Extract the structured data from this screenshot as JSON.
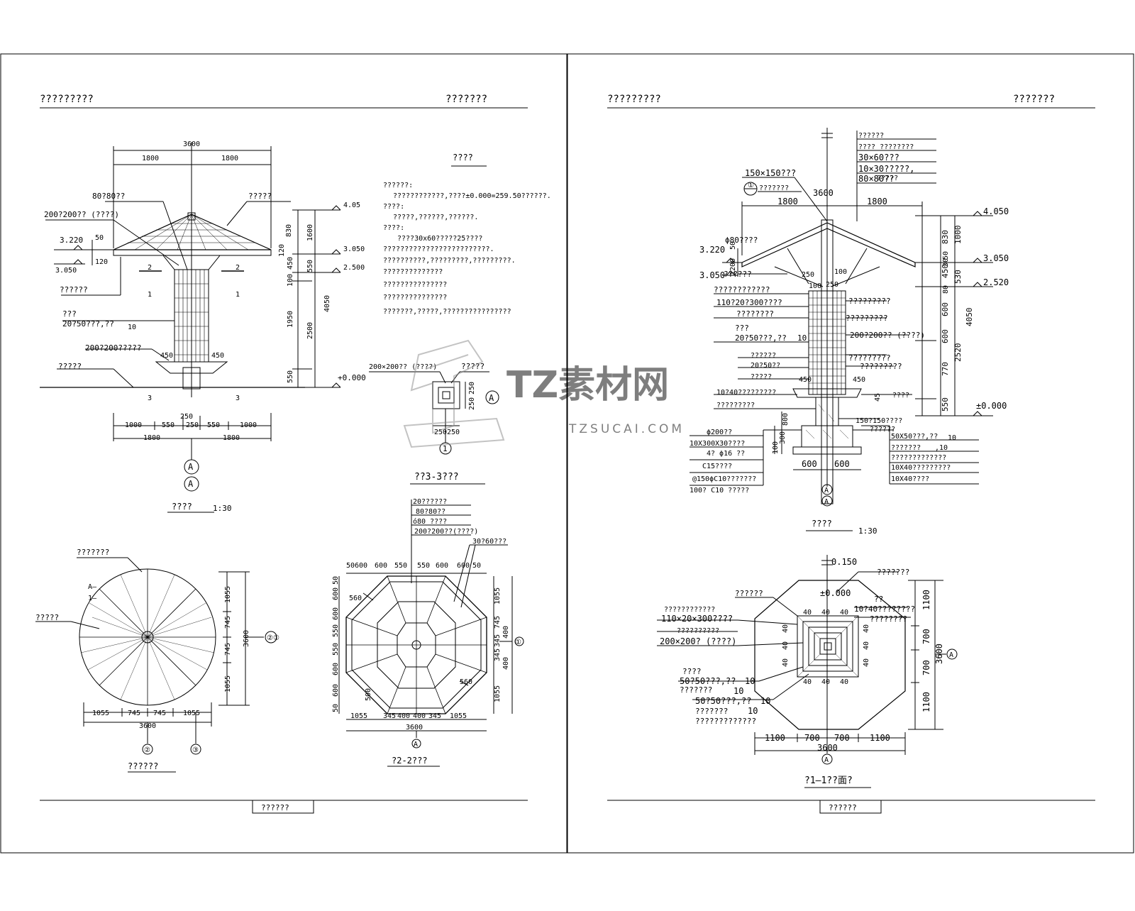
{
  "header": {
    "left_title": "?????????",
    "right_title": "???????",
    "left_title_2": "?????????",
    "right_title_2": "???????"
  },
  "footer": {
    "box_left": "??????",
    "box_right": "??????"
  },
  "watermark": {
    "brand": "TZ素材网",
    "domain": "TZSUCAI.COM"
  },
  "elevation_left": {
    "top_dim": "3600",
    "half_left": "1800",
    "half_right": "1800",
    "callout_rod": "80?80??",
    "callout_roof": "?????",
    "callout_beam": "200?200?? (????)",
    "elev_3220": "3.220",
    "elev_3050": "3.050",
    "dim_50": "50",
    "dim_120": "120",
    "callout_eave": "??????",
    "callout_col_a": "???",
    "callout_col_b": "20?50???,??",
    "callout_col_c": "10",
    "callout_base": "200?200?????",
    "dim_450a": "450",
    "dim_450b": "450",
    "callout_ground": "?????",
    "mark_2l": "2",
    "mark_1l": "1",
    "mark_2r": "2",
    "mark_1r": "1",
    "mark_3l": "3",
    "mark_3r": "3",
    "vdims": [
      "830",
      "1600",
      "120",
      "450",
      "550",
      "100",
      "1950",
      "2500",
      "4050",
      "550"
    ],
    "elev_405": "4.05",
    "elev_3050b": "3.050",
    "elev_2500": "2.500",
    "elev_0": "+0.000",
    "bottom_dims": [
      "1000",
      "550",
      "250",
      "550",
      "1000"
    ],
    "bottom_dim_250": "250",
    "bottom_half_left": "1800",
    "bottom_half_right": "1800",
    "axis_a1": "A",
    "axis_a2": "A",
    "title": "????",
    "scale": "1:30"
  },
  "notes": {
    "heading": "????",
    "lines": [
      "??????:",
      "????????????,????±0.000=259.50??????.",
      "????:",
      "?????,??????,??????.",
      "????:",
      "????30x60?????25????",
      "?????????????????????????.",
      "??????????,?????????,?????????.",
      "??????????????",
      "???????????????",
      "???????????????",
      "???????,?????,????????????????"
    ]
  },
  "detail_3_3": {
    "callout": "200×200?? (????)",
    "callout2": "?????",
    "dim_v1": "250",
    "dim_v2": "250",
    "dim_h1": "250",
    "dim_h2": "250",
    "axis": "A",
    "mark": "1",
    "title": "??3-3???"
  },
  "roof_plan": {
    "callout_top": "???????",
    "callout_left": "?????",
    "section_label": "A—",
    "section_label2": "1—",
    "vdims": [
      "1055",
      "745",
      "745",
      "1055"
    ],
    "vdim_total": "3600",
    "hdims": [
      "1055",
      "745",
      "745",
      "1055"
    ],
    "hdim_total": "3600",
    "axis_right": "②①",
    "axis_b1": "②",
    "axis_b2": "③",
    "title": "??????"
  },
  "section_2_2": {
    "callouts": [
      "20??????",
      "80?80??",
      "ó80 ????",
      "200?200??(????)",
      "30?60???"
    ],
    "top_dims": [
      "50",
      "600",
      "600",
      "550",
      "550",
      "600",
      "600",
      "50"
    ],
    "dim_560a": "560",
    "dim_560b": "560",
    "dim_500": "500",
    "left_vdims": [
      "50",
      "600",
      "600",
      "550",
      "550",
      "600",
      "600",
      "50"
    ],
    "right_vdims": [
      "1055",
      "745",
      "400",
      "345",
      "345",
      "400",
      "1055"
    ],
    "bottom_dims": [
      "1055",
      "345",
      "400",
      "400",
      "345",
      "1055"
    ],
    "bottom_total": "3600",
    "axis_right": "①",
    "axis_bottom": "A",
    "title": "?2-2???"
  },
  "elevation_right": {
    "callouts_top": [
      "??????",
      "???? ????????",
      "30×60???",
      "10×30?????,",
      "?????",
      "80×80??"
    ],
    "callout_150": "150×150???",
    "callout_mark": "①",
    "callout_sub": "???????",
    "top_dim": "3600",
    "half_left": "1800",
    "half_right": "1800",
    "phi80": "ϕ80????",
    "elev_3220": "3.220",
    "elev_3050": "3.050",
    "dim_1200": "1200",
    "dim_50": "50",
    "eave": "??????",
    "dim_250": "250",
    "dim_100": "100",
    "dim_100b": "100",
    "dim_250b": "250",
    "left_callouts": [
      "????????????",
      "110?20?300????",
      "????????",
      "???",
      "20?50???,??",
      "??????",
      "20?50??",
      "?????",
      "10?40?????????",
      "?????????"
    ],
    "left_callout_10": "10",
    "right_callouts": [
      "?????????",
      "?????????",
      "200?200?? (????)",
      "?????????",
      "?????????",
      "????",
      "150?150????",
      "??????"
    ],
    "dim_450a": "450",
    "dim_450b": "450",
    "dim_45": "45",
    "right_vdims": [
      "830",
      "1000",
      "50",
      "450",
      "30",
      "530",
      "80",
      "600",
      "600",
      "4050",
      "2520",
      "770",
      "550"
    ],
    "elev_4050": "4.050",
    "elev_3050b": "3.050",
    "elev_2520": "2.520",
    "elev_0": "±0.000",
    "found_callouts": [
      "ϕ200??",
      "10X300X30????",
      "4? ϕ16 ??",
      "C15????",
      "@150ϕC10???????",
      "100? C10 ?????"
    ],
    "found_right": [
      "50X50???,??",
      "???????",
      "?????????????",
      "10X40?????????",
      "10X40????"
    ],
    "found_10a": "10",
    "found_10b": ",10",
    "found_dims_v": [
      "800",
      "300",
      "100"
    ],
    "found_dims_h": [
      "600",
      "600"
    ],
    "axis_a1": "A",
    "axis_a2": "A",
    "title": "????",
    "scale": "1:30"
  },
  "plan_1_1": {
    "elev_0150": "0.150",
    "elev_0": "±0.000",
    "callout_top": "???????",
    "callout_left": "??????",
    "callouts_left": [
      "????????????",
      "110×20×300????",
      "??????????",
      "200×200? (????)"
    ],
    "callouts_left2": [
      "????",
      "50?50???,??",
      "???????",
      "50?50???,??",
      "???????",
      "?????????????"
    ],
    "callouts_left2_nums": [
      "10",
      "10",
      "10",
      "10"
    ],
    "callouts_right": [
      "??",
      "10?40????????",
      "????????"
    ],
    "vdims": [
      "1100",
      "700",
      "700",
      "1100"
    ],
    "vdim_total": "3600",
    "hdims": [
      "1100",
      "700",
      "700",
      "1100"
    ],
    "hdim_total": "3600",
    "axis_right": "A",
    "axis_bottom": "A",
    "inner_tags": [
      "40",
      "40",
      "40",
      "40",
      "40",
      "40",
      "40",
      "40",
      "40",
      "40",
      "40",
      "40"
    ],
    "title": "?1—1??面?"
  }
}
